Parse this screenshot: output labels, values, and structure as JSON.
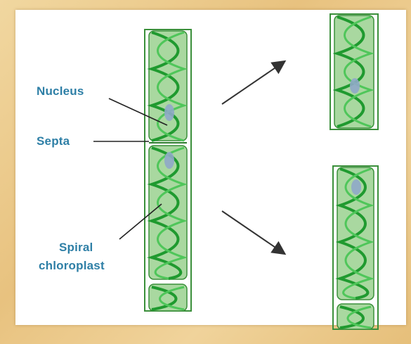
{
  "labels": {
    "nucleus": "Nucleus",
    "septa": "Septa",
    "spiral_line1": "Spiral",
    "spiral_line2": "chloroplast"
  },
  "colors": {
    "background_frame": "#eac88a",
    "panel": "#ffffff",
    "cell_fill": "#a9d8a0",
    "chloroplast": "#1f9a2f",
    "chloroplast_light": "#4fc65a",
    "nucleus": "#8fa8c8",
    "label_text": "#2e7fa6",
    "arrow": "#333333"
  }
}
